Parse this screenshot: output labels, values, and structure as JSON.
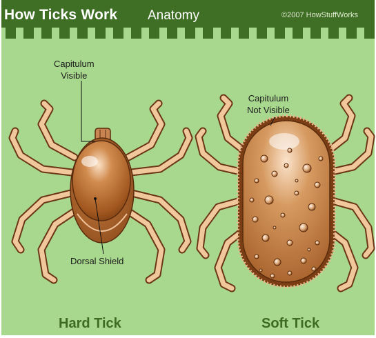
{
  "header": {
    "title": "How Ticks Work",
    "subtitle": "Anatomy",
    "copyright": "©2007 HowStuffWorks"
  },
  "labels": {
    "capitulum_visible_line1": "Capitulum",
    "capitulum_visible_line2": "Visible",
    "capitulum_not_visible_line1": "Capitulum",
    "capitulum_not_visible_line2": "Not Visible",
    "dorsal_shield": "Dorsal Shield"
  },
  "captions": {
    "hard_tick": "Hard Tick",
    "soft_tick": "Soft Tick"
  },
  "colors": {
    "header_green": "#3f6f25",
    "background_green": "#a8d88e",
    "body_brown": "#a45f2a",
    "leg_tan": "#f1c79c",
    "leg_outline": "#6b3616",
    "caption_green": "#3e6b22"
  }
}
